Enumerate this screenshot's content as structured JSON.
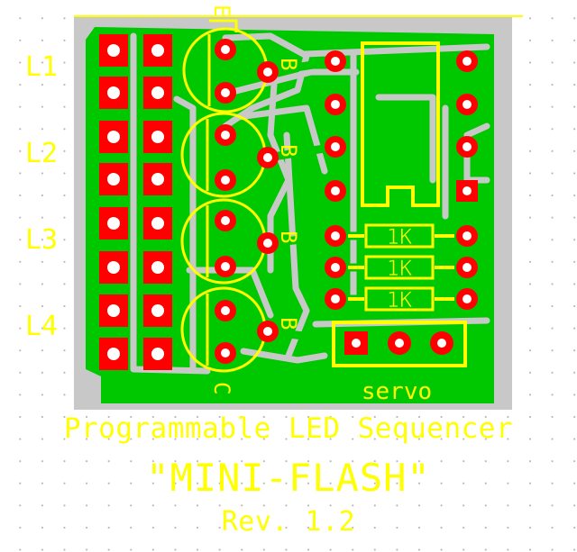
{
  "colors": {
    "board": "#c8c8c8",
    "copper": "#00c800",
    "pads": "#ff0000",
    "drill": "#ffffff",
    "silkscreen": "#ffff00"
  },
  "led_labels": [
    "L1",
    "L2",
    "L3",
    "L4"
  ],
  "transistor_labels": {
    "top": "E",
    "side": [
      "B",
      "B",
      "B",
      "B"
    ],
    "bottom": "C"
  },
  "resistor_labels": [
    "1K",
    "1K",
    "1K"
  ],
  "connector_label": "servo",
  "title": {
    "line1": "Programmable LED Sequencer",
    "line2": "\"MINI-FLASH\"",
    "line3": "Rev. 1.2"
  }
}
